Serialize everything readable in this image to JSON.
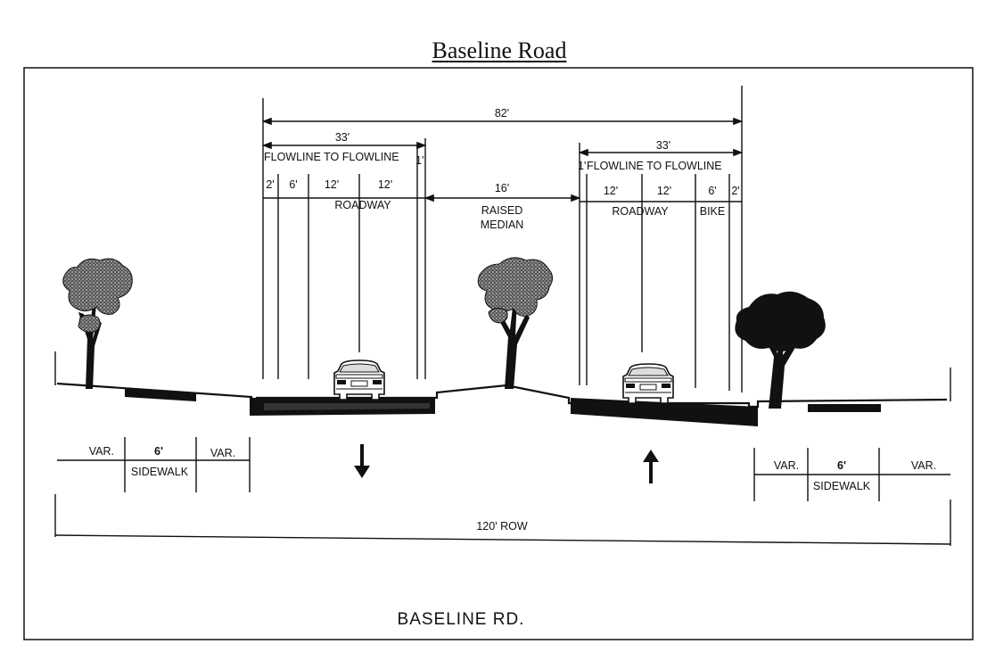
{
  "title": "Baseline Road",
  "footer_label": "BASELINE RD.",
  "dimensions": {
    "overall": "82'",
    "left_fl": "33'",
    "right_fl": "33'",
    "left_fl_label": "FLOWLINE TO FLOWLINE",
    "right_fl_label": "FLOWLINE TO FLOWLINE",
    "left_gutter": "1'",
    "right_gutter": "1'",
    "median_width": "16'",
    "row": "120' ROW"
  },
  "left_roadway": {
    "lanes": [
      "2'",
      "6'",
      "12'",
      "12'"
    ],
    "label": "ROADWAY"
  },
  "median": {
    "label_line1": "RAISED",
    "label_line2": "MEDIAN"
  },
  "right_roadway": {
    "lanes": [
      "12'",
      "12'",
      "6'",
      "2'"
    ],
    "label": "ROADWAY",
    "bike_label": "BIKE"
  },
  "left_sidewalk": {
    "var_left": "VAR.",
    "width": "6'",
    "var_right": "VAR.",
    "label": "SIDEWALK"
  },
  "right_sidewalk": {
    "var_left": "VAR.",
    "width": "6'",
    "var_right": "VAR.",
    "label": "SIDEWALK"
  },
  "traffic": {
    "left_direction": "down-arrow-icon",
    "right_direction": "up-arrow-icon"
  }
}
